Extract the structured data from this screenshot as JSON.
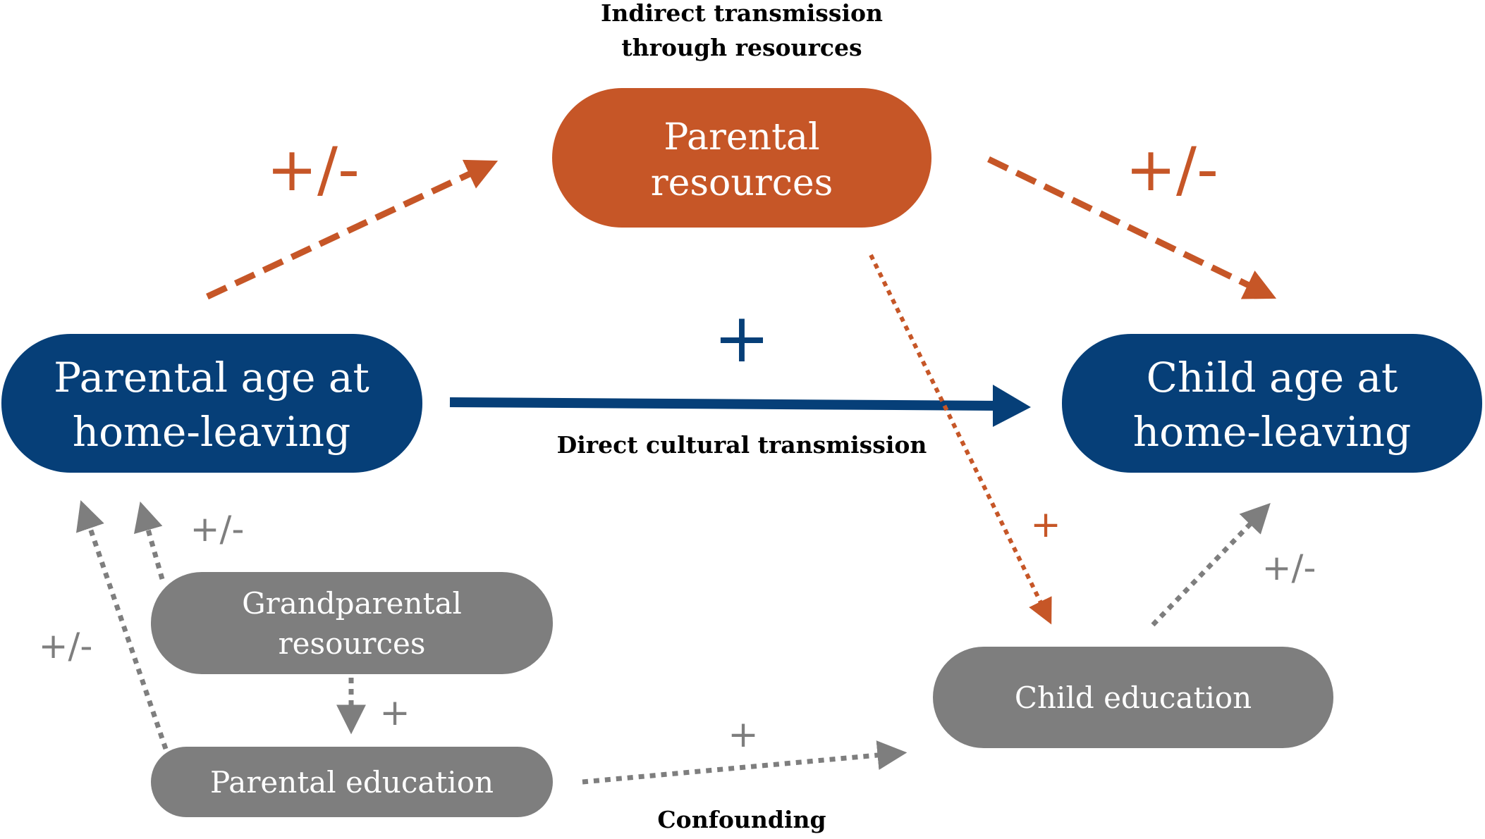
{
  "colors": {
    "orange": "#c65627",
    "navy": "#063f78",
    "gray": "#7e7e7e",
    "text_dark": "#000000",
    "text_light": "#ffffff"
  },
  "nodes": {
    "parental_resources": [
      "Parental",
      "resources"
    ],
    "parental_age": [
      "Parental age at",
      "home-leaving"
    ],
    "child_age": [
      "Child age at",
      "home-leaving"
    ],
    "grandparental_resources": [
      "Grandparental",
      "resources"
    ],
    "parental_education": "Parental education",
    "child_education": "Child education"
  },
  "captions": {
    "indirect": [
      "Indirect transmission",
      "through resources"
    ],
    "direct": "Direct cultural transmission",
    "confounding": "Confounding"
  },
  "signs": {
    "age_to_resources": "+/-",
    "resources_to_child_age": "+/-",
    "direct": "+",
    "resources_to_child_edu": "+",
    "grand_to_parental_age": "+/-",
    "parental_edu_to_parental_age": "+/-",
    "grand_to_parental_edu": "+",
    "parental_edu_to_child_edu": "+",
    "child_edu_to_child_age": "+/-"
  }
}
